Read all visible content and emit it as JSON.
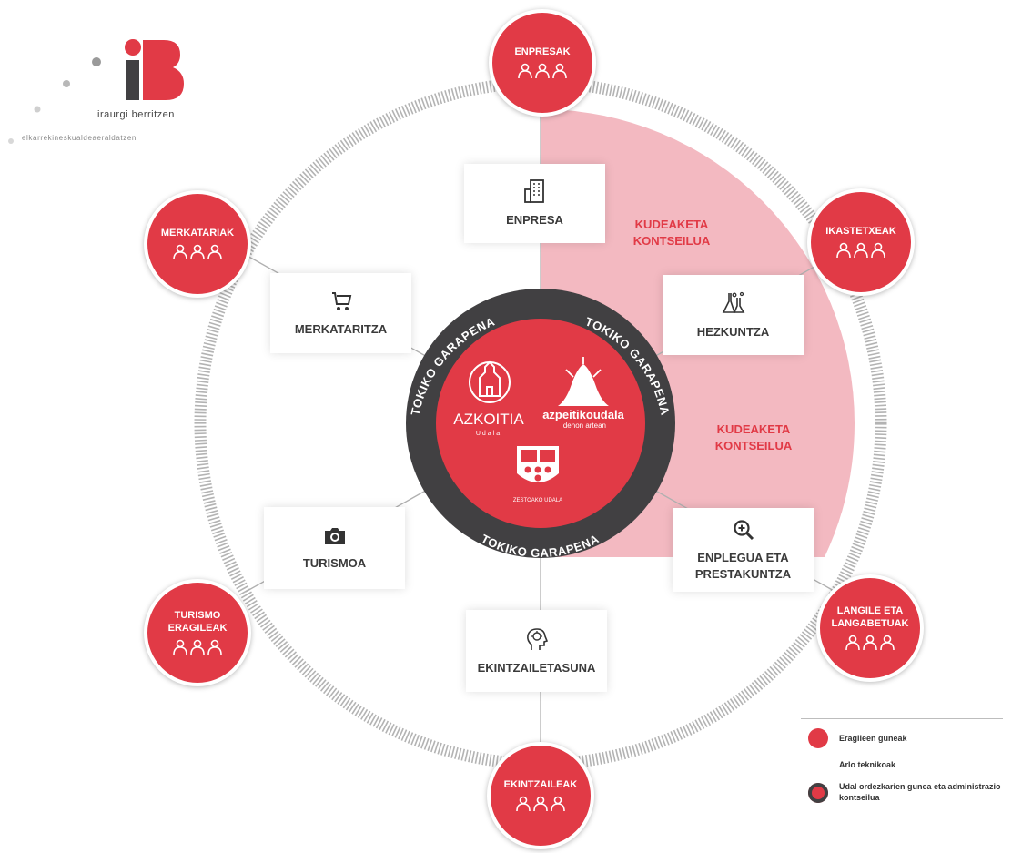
{
  "logo": {
    "mark": "iB",
    "name": "iraurgi berritzen",
    "tagline": "elkarrekineskualdeaeraldatzen"
  },
  "ring_text": {
    "top_left": "TOKIKO GARAPENA",
    "top_right": "TOKIKO GARAPENA",
    "bottom": "TOKIKO GARAPENA"
  },
  "center": {
    "azkoitia_name": "AZKOITIA",
    "azkoitia_sub": "Udala",
    "azpeitia_name": "azpeitikoudala",
    "azpeitia_sub": "denon artean",
    "zestoa_name": "ZESTOAKO UDALA"
  },
  "areas": {
    "enpresa": "ENPRESA",
    "merkataritza": "MERKATARITZA",
    "hezkuntza": "HEZKUNTZA",
    "turismoa": "TURISMOA",
    "enplegua": "ENPLEGUA ETA\nPRESTAKUNTZA",
    "ekintzailetasuna": "EKINTZAILETASUNA"
  },
  "agents": {
    "enpresak": "ENPRESAK",
    "merkatariak": "MERKATARIAK",
    "ikastetxeak": "IKASTETXEAK",
    "turismo": "TURISMO\nERAGILEAK",
    "langile": "LANGILE ETA\nLANGABETUAK",
    "ekintzaileak": "EKINTZAILEAK"
  },
  "council": {
    "upper": "KUDEAKETA\nKONTSEILUA",
    "lower": "KUDEAKETA\nKONTSEILUA"
  },
  "legend": {
    "agents": "Eragileen guneak",
    "technical": "Arlo teknikoak",
    "council": "Udal ordezkarien gunea eta administrazio\nkontseilua"
  },
  "colors": {
    "accent": "#e13a46",
    "ring_dark": "#414042",
    "pink_sector": "#f3b9c1",
    "outer_ring": "#b3b3b3"
  },
  "icons": {
    "enpresa": "building-icon",
    "merkataritza": "shopping-cart-icon",
    "hezkuntza": "lab-flask-icon",
    "turismoa": "camera-icon",
    "enplegua": "magnifier-plus-icon",
    "ekintzailetasuna": "head-idea-icon"
  }
}
